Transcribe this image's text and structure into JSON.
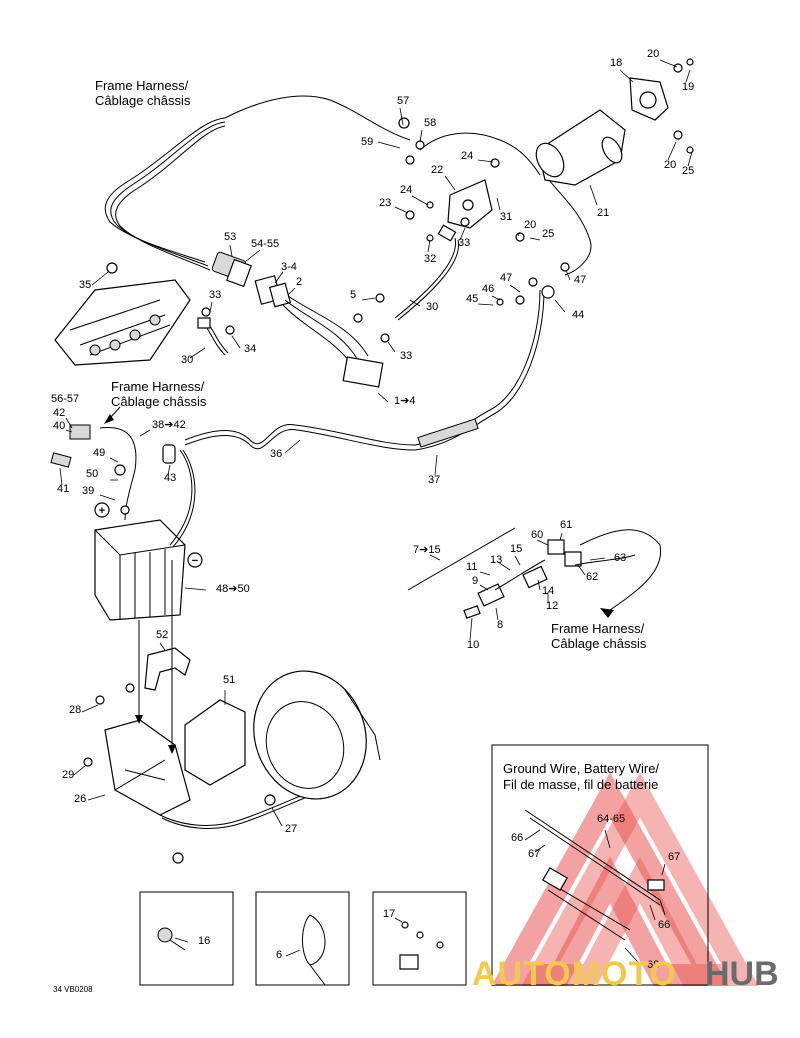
{
  "headings": {
    "frame_harness_top": [
      "Frame Harness/",
      "Câblage châssis"
    ],
    "frame_harness_mid": [
      "Frame Harness/",
      "Câblage châssis"
    ],
    "frame_harness_right": [
      "Frame Harness/",
      "Câblage châssis"
    ],
    "ground_wire_box": [
      "Ground Wire, Battery Wire/",
      "Fil de masse, fil de batterie"
    ]
  },
  "part_labels": [
    "57",
    "58",
    "59",
    "18",
    "20",
    "19",
    "24",
    "22",
    "20",
    "25",
    "24",
    "23",
    "31",
    "21",
    "20",
    "25",
    "33",
    "32",
    "53",
    "54-55",
    "3-4",
    "2",
    "47",
    "46",
    "45",
    "47",
    "44",
    "5",
    "30",
    "33",
    "35",
    "33",
    "30",
    "34",
    "1➔4",
    "56-57",
    "42",
    "40",
    "38➔42",
    "43",
    "36",
    "37",
    "49",
    "50",
    "41",
    "39",
    "48➔50",
    "7➔15",
    "61",
    "60",
    "15",
    "13",
    "63",
    "11",
    "9",
    "62",
    "14",
    "12",
    "8",
    "10",
    "52",
    "51",
    "28",
    "29",
    "26",
    "27",
    "16",
    "6",
    "17",
    "64-65",
    "66",
    "67",
    "67",
    "66",
    "68"
  ],
  "symbols": {
    "positive": "+",
    "negative": "−"
  },
  "footer_code": "34 VB0208",
  "watermark": {
    "part1": "AUTOMOTO",
    "part2": "HUB",
    "accent": "#e53935",
    "yellow": "#f2c94c",
    "grey": "#6b6b6b"
  }
}
